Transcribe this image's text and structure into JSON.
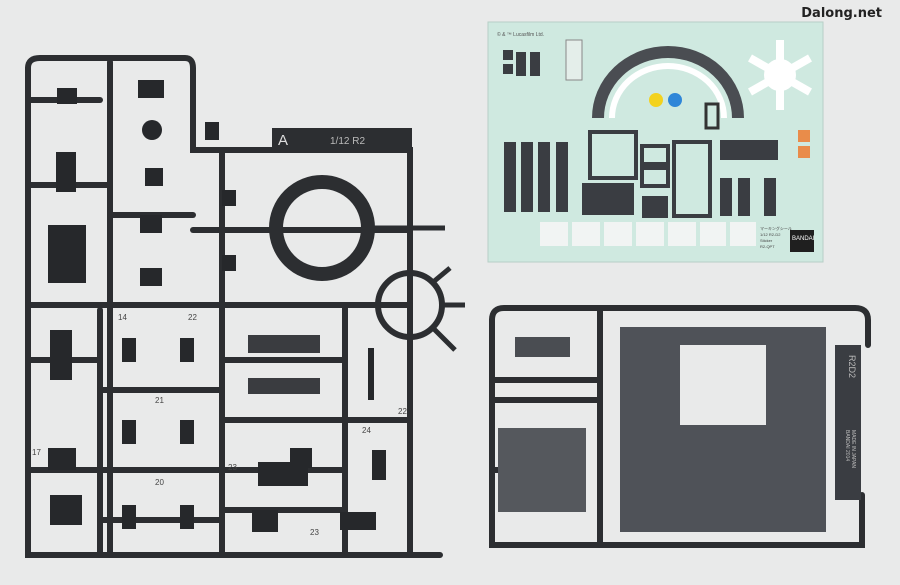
{
  "watermark": "Dalong.net",
  "runner_a": {
    "tag_letter": "A",
    "tag_text": "1/12 R2",
    "part_numbers": [
      "14",
      "22",
      "23",
      "21",
      "24",
      "22",
      "17",
      "20",
      "23"
    ]
  },
  "sticker_sheet": {
    "copyright": "© & ™ Lucasfilm Ltd.",
    "label_lines": [
      "マーキングシール",
      "1/12 R2-D2",
      "Sticker",
      "R2-QPT"
    ],
    "maker": "BANDAI"
  },
  "runner_b": {
    "gate_text": "R2D2",
    "plate_text_1": "BANDAI 2014",
    "plate_text_2": "MADE IN JAPAN"
  },
  "colors": {
    "background": "#e9eaea",
    "plastic": "#2c2e31",
    "sticker_bg": "#cfe9e0",
    "sticker_yellow": "#f3d21e",
    "sticker_blue": "#2f86d8"
  }
}
